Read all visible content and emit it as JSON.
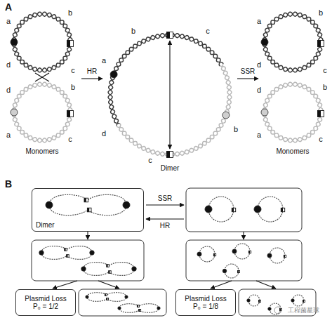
{
  "diagram": {
    "nodes": [
      {
        "text": [
          "Dimer"
        ]
      },
      {
        "text": [
          "Plasmid Loss",
          "P₀ = 1/2"
        ]
      },
      {
        "text": [
          "Plasmid Loss",
          "P₀ = 1/8"
        ]
      }
    ],
    "labels": [
      "A",
      "a",
      "b",
      "d",
      "c",
      "d",
      "b",
      "a",
      "c",
      "Monomers",
      "HR",
      "a",
      "b",
      "c",
      "d",
      "c",
      "b",
      "Dimer",
      "SSR",
      "a",
      "b",
      "d",
      "c",
      "d",
      "b",
      "a",
      "c",
      "Monomers",
      "B",
      "SSR",
      "HR",
      "工程菌星球"
    ]
  }
}
